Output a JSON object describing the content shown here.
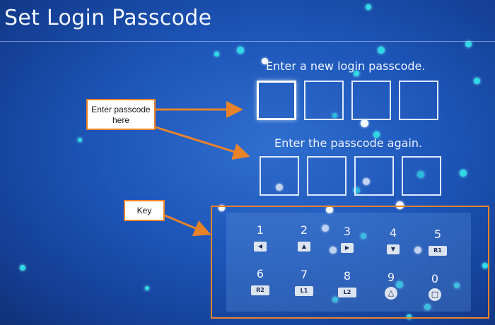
{
  "screen": {
    "title": "Set Login Passcode",
    "prompt_new": "Enter a new login passcode.",
    "prompt_again": "Enter the passcode again."
  },
  "annotations": {
    "callout_enter": "Enter passcode here",
    "callout_key": "Key",
    "accent_color": "#e9832a"
  },
  "keypad": {
    "keys": [
      {
        "digit": "1",
        "button": "◀",
        "icon": "dpad-left-icon"
      },
      {
        "digit": "2",
        "button": "▲",
        "icon": "dpad-up-icon"
      },
      {
        "digit": "3",
        "button": "▶",
        "icon": "dpad-right-icon"
      },
      {
        "digit": "4",
        "button": "▼",
        "icon": "dpad-down-icon"
      },
      {
        "digit": "5",
        "button": "R1",
        "icon": "r1-button-icon"
      },
      {
        "digit": "6",
        "button": "R2",
        "icon": "r2-button-icon"
      },
      {
        "digit": "7",
        "button": "L1",
        "icon": "l1-button-icon"
      },
      {
        "digit": "8",
        "button": "L2",
        "icon": "l2-button-icon"
      },
      {
        "digit": "9",
        "button": "△",
        "icon": "triangle-button-icon"
      },
      {
        "digit": "0",
        "button": "□",
        "icon": "square-button-icon"
      }
    ]
  },
  "colors": {
    "background": "#1d55b8",
    "particle_cyan": "#2fd9e6",
    "box_border": "#dfe9ff"
  }
}
